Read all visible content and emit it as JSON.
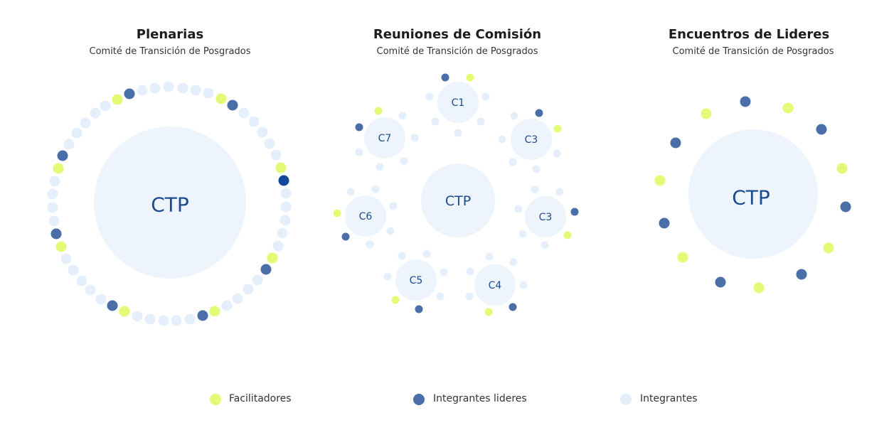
{
  "colors": {
    "facilitator": "#e3fa77",
    "leader": "#4a6ea8",
    "leader_dark": "#13479a",
    "member": "#e4effb",
    "hub": "#eef4fc",
    "hub_text": "#1e4b8f"
  },
  "panels": [
    {
      "title": "Plenarias",
      "subtitle": "Comité de Transición de Posgrados",
      "hub_label": "CTP"
    },
    {
      "title": "Reuniones de Comisión",
      "subtitle": "Comité de Transición de Posgrados",
      "hub_label": "CTP",
      "commissions": [
        "C1",
        "C3",
        "C3",
        "C4",
        "C5",
        "C6",
        "C7"
      ]
    },
    {
      "title": "Encuentros de Lideres",
      "subtitle": "Comité de Transición de Posgrados",
      "hub_label": "CTP"
    }
  ],
  "legend": {
    "facilitators": "Facilitadores",
    "leaders": "Integrantes lideres",
    "members": "Integrantes"
  }
}
